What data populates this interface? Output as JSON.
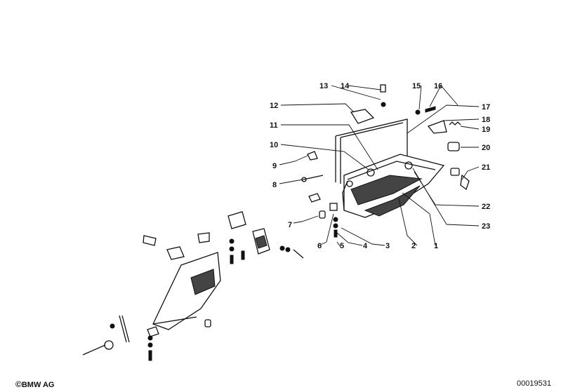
{
  "diagram": {
    "kind": "exploded-parts-view",
    "callouts": [
      "1",
      "2",
      "3",
      "4",
      "5",
      "6",
      "7",
      "8",
      "9",
      "10",
      "11",
      "12",
      "13",
      "14",
      "15",
      "16",
      "17",
      "18",
      "19",
      "20",
      "21",
      "22",
      "23"
    ]
  },
  "footer": {
    "copyright_symbol": "©",
    "copyright_text": "BMW AG",
    "image_number": "00019531"
  }
}
